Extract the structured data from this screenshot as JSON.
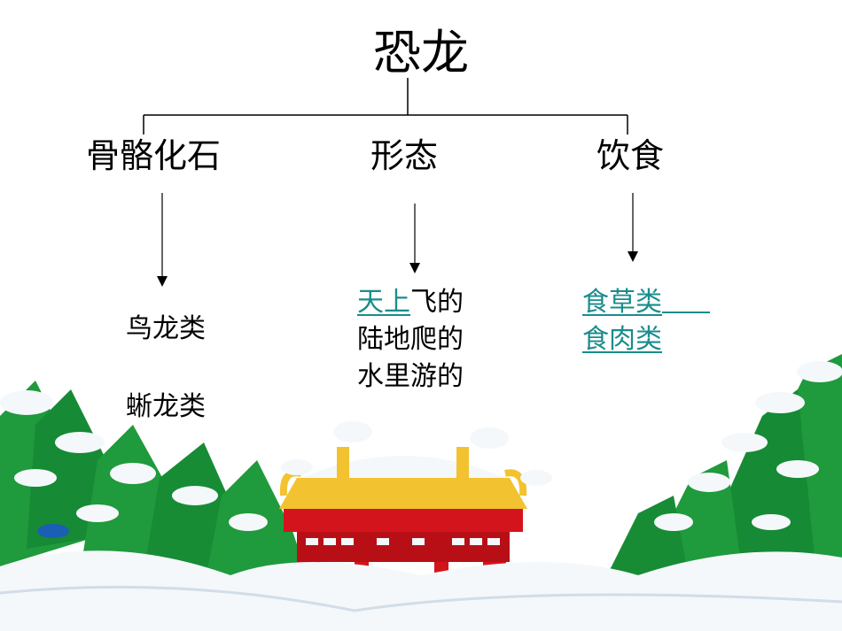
{
  "title": "恐龙",
  "branches": {
    "skeleton": {
      "label": "骨骼化石",
      "items": [
        "鸟龙类",
        "蜥龙类"
      ]
    },
    "form": {
      "label": "形态",
      "link": "天上",
      "line1_rest": "飞的",
      "line2": "陆地爬的",
      "line3": "水里游的"
    },
    "diet": {
      "label": "饮食",
      "link1": "食草类",
      "link2": "食肉类"
    }
  },
  "colors": {
    "link": "#1a8c8c",
    "snow": "#f4f8fb",
    "tree": "#1f9a3c",
    "tree_dark": "#0e6b2a",
    "gate_red": "#d4141c",
    "gate_gold": "#f2c230"
  }
}
